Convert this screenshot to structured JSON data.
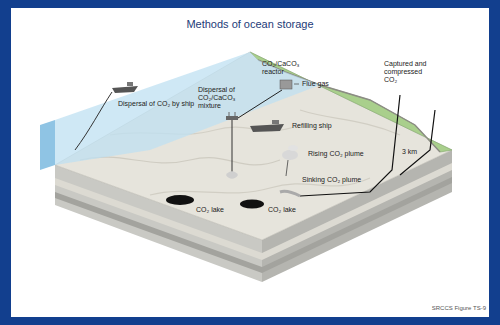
{
  "diagram": {
    "title": "Methods of ocean storage",
    "caption": "SRCCS Figure TS-9",
    "labels": [
      "CO₂/CaCO₃ reactor",
      "Flue gas",
      "Captured and compressed CO₂",
      "Dispersal of CO₂ by ship",
      "Dispersal of CO₂/CaCO₃ mixture",
      "Refilling ship",
      "Rising CO₂ plume",
      "Sinking CO₂ plume",
      "3 km",
      "CO₂ lake",
      "CO₂ lake"
    ]
  }
}
